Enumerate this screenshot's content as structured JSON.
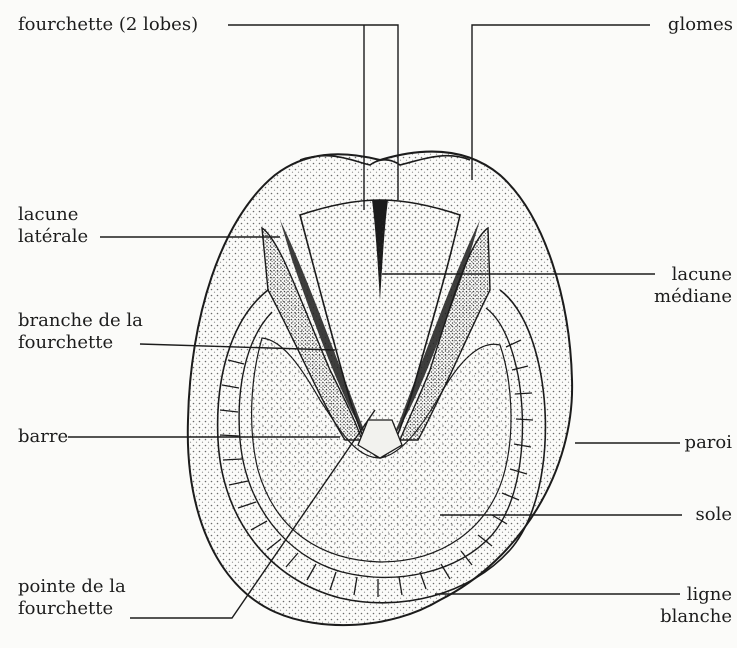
{
  "labels": {
    "fourchette_2_lobes": "fourchette (2 lobes)",
    "glomes": "glomes",
    "lacune_laterale": [
      "lacune",
      "latérale"
    ],
    "lacune_mediane": [
      "lacune",
      "médiane"
    ],
    "branche_de_la_fourchette": [
      "branche de la",
      "fourchette"
    ],
    "barre": "barre",
    "paroi": "paroi",
    "sole": "sole",
    "pointe_de_la_fourchette": [
      "pointe de la",
      "fourchette"
    ],
    "ligne_blanche": [
      "ligne",
      "blanche"
    ]
  },
  "colors": {
    "ink": "#1c1c1c",
    "paper": "#fbfbf9",
    "stipple": "#6a6a6a"
  }
}
